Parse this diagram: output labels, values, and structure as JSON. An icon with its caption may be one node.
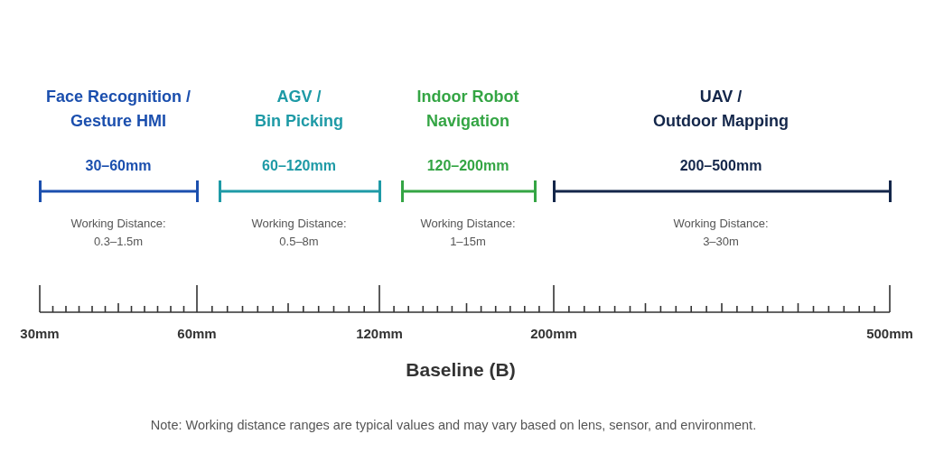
{
  "diagram": {
    "labels": [
      "Face Recognition / Gesture HMI",
      "AGV / Bin Picking",
      "Indoor Robot Navigation",
      "UAV / Outdoor Mapping",
      "30–60mm",
      "60–120mm",
      "120–200mm",
      "200–500mm",
      "Working Distance: 0.3–1.5m",
      "Working Distance: 0.5–8m",
      "Working Distance: 1–15m",
      "Working Distance: 3–30m",
      "30mm",
      "60mm",
      "120mm",
      "200mm",
      "500mm",
      "Baseline (B)",
      "Note: Working distance ranges are typical values and may vary based on lens, sensor, and environment."
    ]
  }
}
